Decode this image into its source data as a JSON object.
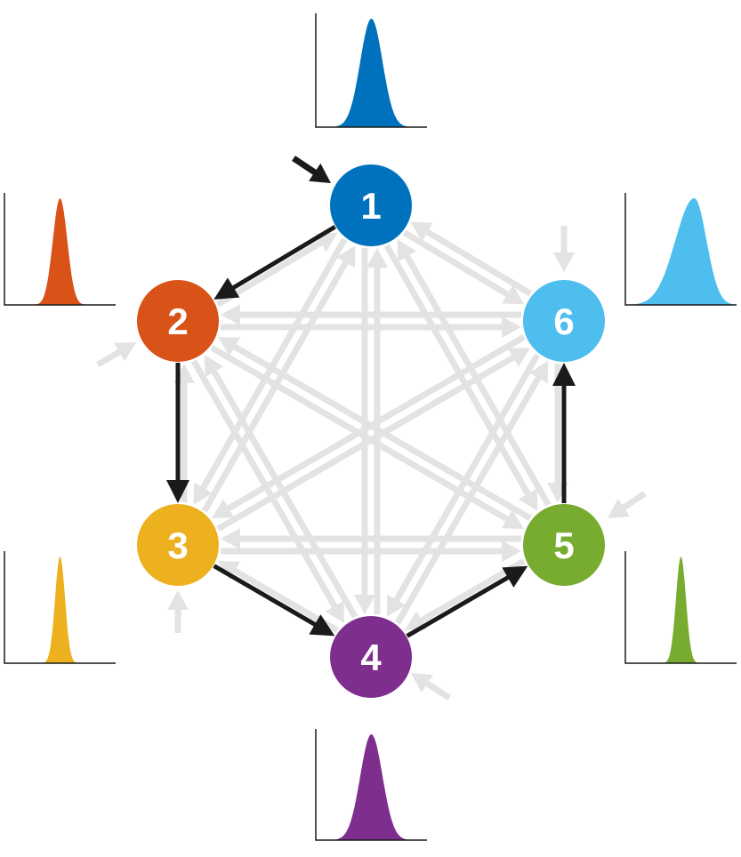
{
  "diagram": {
    "type": "hmm-state-graph",
    "background": "#ffffff",
    "edge_colors": {
      "inactive": "#e3e3e3",
      "active": "#1a1a1a"
    },
    "axis_color": "#1a1a1a",
    "nodes": [
      {
        "id": 1,
        "label": "1",
        "color": "#0072bd",
        "dist_shape": "gaussian",
        "dist_width": "medium"
      },
      {
        "id": 2,
        "label": "2",
        "color": "#d95319",
        "dist_shape": "gaussian",
        "dist_width": "narrow"
      },
      {
        "id": 3,
        "label": "3",
        "color": "#edb120",
        "dist_shape": "gaussian",
        "dist_width": "very-narrow"
      },
      {
        "id": 4,
        "label": "4",
        "color": "#7e2f8e",
        "dist_shape": "gaussian",
        "dist_width": "medium"
      },
      {
        "id": 5,
        "label": "5",
        "color": "#77ac30",
        "dist_shape": "gaussian",
        "dist_width": "very-narrow"
      },
      {
        "id": 6,
        "label": "6",
        "color": "#4dbeee",
        "dist_shape": "skewed",
        "dist_width": "wide"
      }
    ],
    "transitions": {
      "fully_connected": true,
      "active_path": [
        1,
        2,
        3,
        4,
        5,
        6
      ],
      "initial_state": 1
    }
  }
}
